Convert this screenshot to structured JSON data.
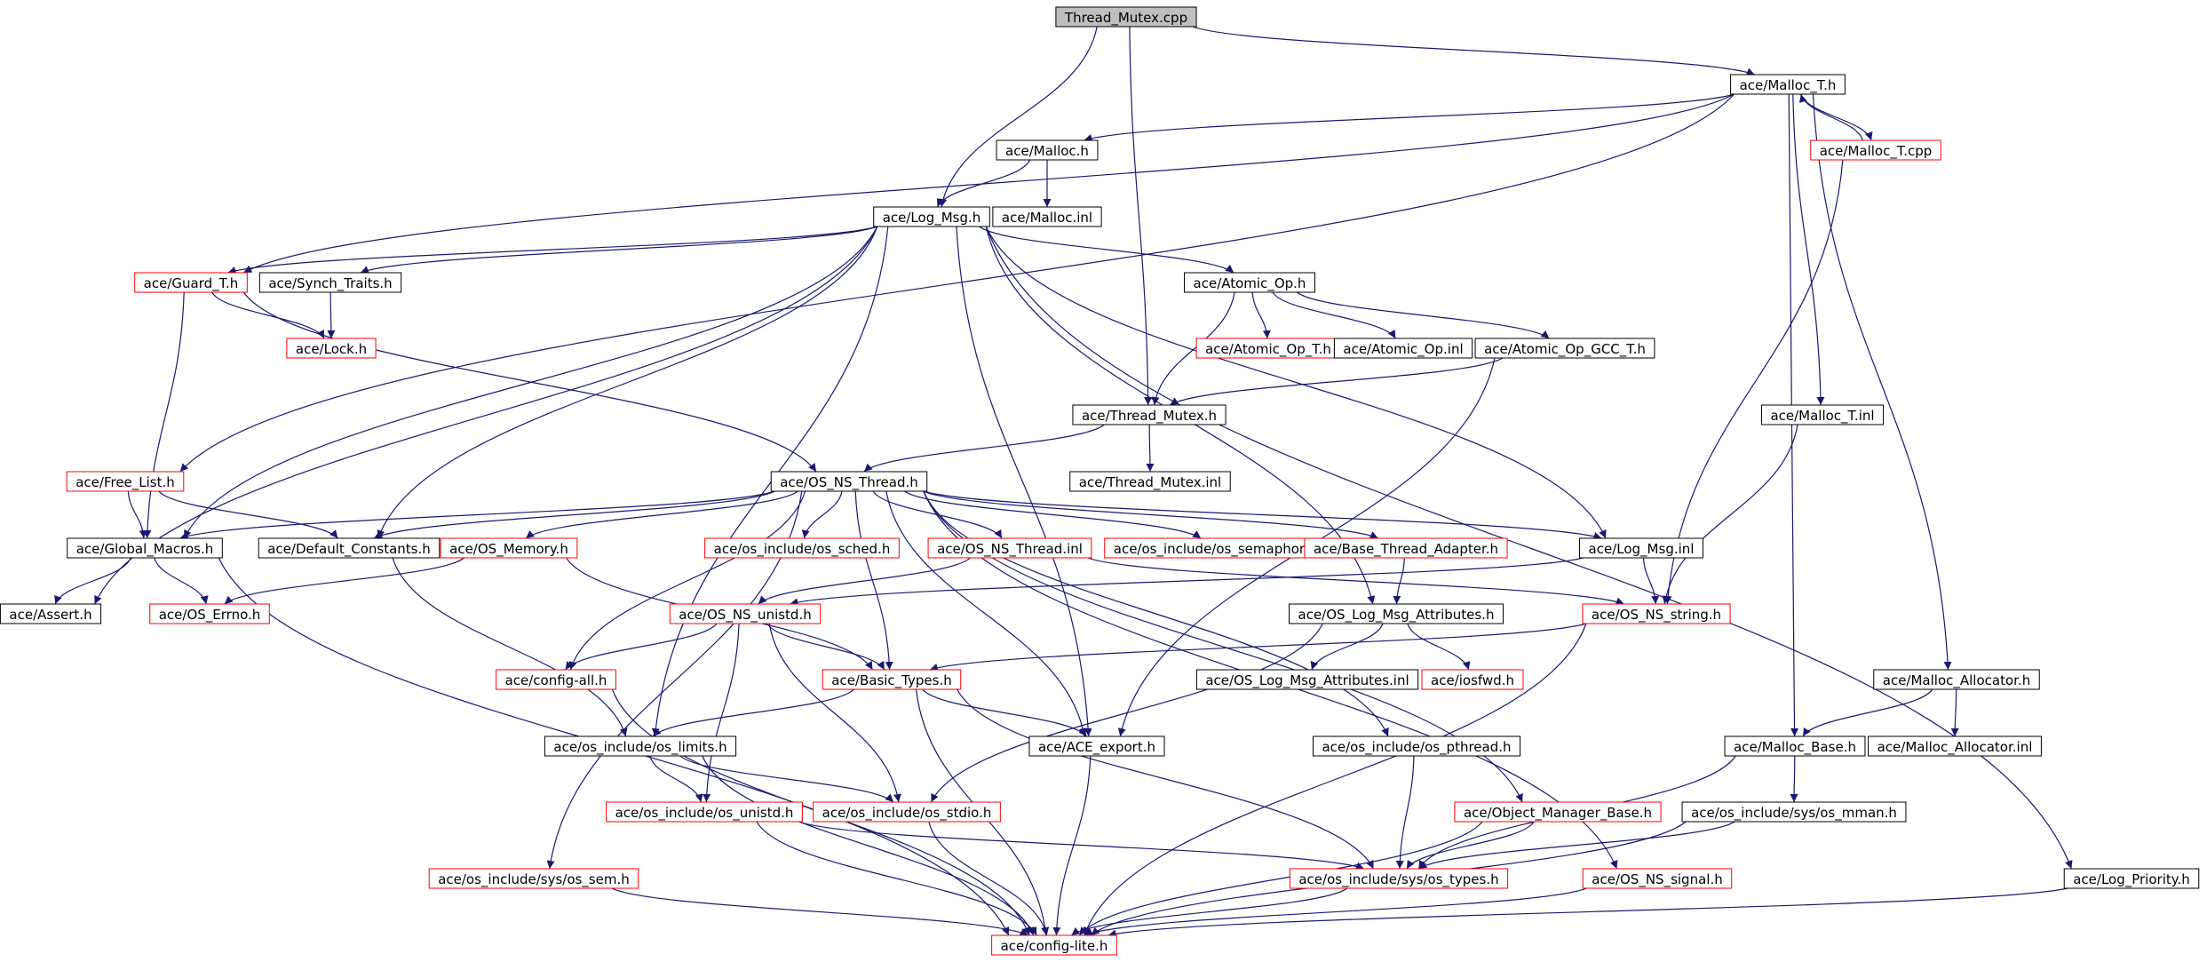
{
  "nodes": [
    {
      "id": "thread_mutex_cpp",
      "label": "Thread_Mutex.cpp",
      "style": "root"
    },
    {
      "id": "malloc_t_h",
      "label": "ace/Malloc_T.h",
      "style": "black"
    },
    {
      "id": "malloc_h",
      "label": "ace/Malloc.h",
      "style": "black"
    },
    {
      "id": "malloc_t_cpp",
      "label": "ace/Malloc_T.cpp",
      "style": "red"
    },
    {
      "id": "log_msg_h",
      "label": "ace/Log_Msg.h",
      "style": "black"
    },
    {
      "id": "malloc_inl",
      "label": "ace/Malloc.inl",
      "style": "black"
    },
    {
      "id": "guard_t_h",
      "label": "ace/Guard_T.h",
      "style": "red"
    },
    {
      "id": "synch_traits_h",
      "label": "ace/Synch_Traits.h",
      "style": "black"
    },
    {
      "id": "atomic_op_h",
      "label": "ace/Atomic_Op.h",
      "style": "black"
    },
    {
      "id": "lock_h",
      "label": "ace/Lock.h",
      "style": "red"
    },
    {
      "id": "atomic_op_t_h",
      "label": "ace/Atomic_Op_T.h",
      "style": "red"
    },
    {
      "id": "atomic_op_inl",
      "label": "ace/Atomic_Op.inl",
      "style": "black"
    },
    {
      "id": "atomic_op_gcc_t_h",
      "label": "ace/Atomic_Op_GCC_T.h",
      "style": "black"
    },
    {
      "id": "thread_mutex_h",
      "label": "ace/Thread_Mutex.h",
      "style": "black"
    },
    {
      "id": "malloc_t_inl",
      "label": "ace/Malloc_T.inl",
      "style": "black"
    },
    {
      "id": "free_list_h",
      "label": "ace/Free_List.h",
      "style": "red"
    },
    {
      "id": "os_ns_thread_h",
      "label": "ace/OS_NS_Thread.h",
      "style": "black"
    },
    {
      "id": "thread_mutex_inl",
      "label": "ace/Thread_Mutex.inl",
      "style": "black"
    },
    {
      "id": "global_macros_h",
      "label": "ace/Global_Macros.h",
      "style": "black"
    },
    {
      "id": "default_constants_h",
      "label": "ace/Default_Constants.h",
      "style": "black"
    },
    {
      "id": "os_memory_h",
      "label": "ace/OS_Memory.h",
      "style": "red"
    },
    {
      "id": "os_sched_h",
      "label": "ace/os_include/os_sched.h",
      "style": "red"
    },
    {
      "id": "os_ns_thread_inl",
      "label": "ace/OS_NS_Thread.inl",
      "style": "red"
    },
    {
      "id": "os_semaphore_h",
      "label": "ace/os_include/os_semaphore.h",
      "style": "red"
    },
    {
      "id": "base_thread_adapter_h",
      "label": "ace/Base_Thread_Adapter.h",
      "style": "red"
    },
    {
      "id": "log_msg_inl",
      "label": "ace/Log_Msg.inl",
      "style": "black"
    },
    {
      "id": "assert_h",
      "label": "ace/Assert.h",
      "style": "black"
    },
    {
      "id": "os_errno_h",
      "label": "ace/OS_Errno.h",
      "style": "red"
    },
    {
      "id": "os_ns_unistd_h",
      "label": "ace/OS_NS_unistd.h",
      "style": "red"
    },
    {
      "id": "os_log_msg_attributes_h",
      "label": "ace/OS_Log_Msg_Attributes.h",
      "style": "black"
    },
    {
      "id": "os_ns_string_h",
      "label": "ace/OS_NS_string.h",
      "style": "red"
    },
    {
      "id": "config_all_h",
      "label": "ace/config-all.h",
      "style": "red"
    },
    {
      "id": "basic_types_h",
      "label": "ace/Basic_Types.h",
      "style": "red"
    },
    {
      "id": "os_log_msg_attributes_inl",
      "label": "ace/OS_Log_Msg_Attributes.inl",
      "style": "black"
    },
    {
      "id": "iosfwd_h",
      "label": "ace/iosfwd.h",
      "style": "red"
    },
    {
      "id": "malloc_allocator_h",
      "label": "ace/Malloc_Allocator.h",
      "style": "black"
    },
    {
      "id": "os_limits_h",
      "label": "ace/os_include/os_limits.h",
      "style": "black"
    },
    {
      "id": "ace_export_h",
      "label": "ace/ACE_export.h",
      "style": "black"
    },
    {
      "id": "os_pthread_h",
      "label": "ace/os_include/os_pthread.h",
      "style": "black"
    },
    {
      "id": "malloc_base_h",
      "label": "ace/Malloc_Base.h",
      "style": "black"
    },
    {
      "id": "malloc_allocator_inl",
      "label": "ace/Malloc_Allocator.inl",
      "style": "black"
    },
    {
      "id": "os_unistd_h",
      "label": "ace/os_include/os_unistd.h",
      "style": "red"
    },
    {
      "id": "os_stdio_h",
      "label": "ace/os_include/os_stdio.h",
      "style": "red"
    },
    {
      "id": "object_manager_base_h",
      "label": "ace/Object_Manager_Base.h",
      "style": "red"
    },
    {
      "id": "os_mman_h",
      "label": "ace/os_include/sys/os_mman.h",
      "style": "black"
    },
    {
      "id": "os_sem_h",
      "label": "ace/os_include/sys/os_sem.h",
      "style": "red"
    },
    {
      "id": "os_types_h",
      "label": "ace/os_include/sys/os_types.h",
      "style": "red"
    },
    {
      "id": "os_ns_signal_h",
      "label": "ace/OS_NS_signal.h",
      "style": "red"
    },
    {
      "id": "log_priority_h",
      "label": "ace/Log_Priority.h",
      "style": "black"
    },
    {
      "id": "config_lite_h",
      "label": "ace/config-lite.h",
      "style": "red"
    }
  ],
  "edges": [
    [
      "thread_mutex_cpp",
      "malloc_t_h"
    ],
    [
      "thread_mutex_cpp",
      "log_msg_h"
    ],
    [
      "thread_mutex_cpp",
      "thread_mutex_h"
    ],
    [
      "malloc_t_h",
      "malloc_h"
    ],
    [
      "malloc_t_h",
      "malloc_t_cpp"
    ],
    [
      "malloc_t_h",
      "guard_t_h"
    ],
    [
      "malloc_t_h",
      "free_list_h"
    ],
    [
      "malloc_t_h",
      "malloc_t_inl"
    ],
    [
      "malloc_t_h",
      "malloc_base_h"
    ],
    [
      "malloc_t_h",
      "malloc_allocator_h"
    ],
    [
      "malloc_t_cpp",
      "malloc_t_h"
    ],
    [
      "malloc_t_cpp",
      "os_ns_string_h"
    ],
    [
      "malloc_h",
      "log_msg_h"
    ],
    [
      "malloc_h",
      "malloc_inl"
    ],
    [
      "log_msg_h",
      "guard_t_h"
    ],
    [
      "log_msg_h",
      "synch_traits_h"
    ],
    [
      "log_msg_h",
      "atomic_op_h"
    ],
    [
      "log_msg_h",
      "global_macros_h"
    ],
    [
      "log_msg_h",
      "default_constants_h"
    ],
    [
      "log_msg_h",
      "assert_h"
    ],
    [
      "log_msg_h",
      "os_limits_h"
    ],
    [
      "log_msg_h",
      "log_msg_inl"
    ],
    [
      "log_msg_h",
      "ace_export_h"
    ],
    [
      "log_msg_h",
      "os_log_msg_attributes_h"
    ],
    [
      "log_msg_h",
      "log_priority_h"
    ],
    [
      "guard_t_h",
      "lock_h"
    ],
    [
      "guard_t_h",
      "os_ns_thread_h"
    ],
    [
      "guard_t_h",
      "global_macros_h"
    ],
    [
      "synch_traits_h",
      "lock_h"
    ],
    [
      "atomic_op_h",
      "atomic_op_t_h"
    ],
    [
      "atomic_op_h",
      "atomic_op_inl"
    ],
    [
      "atomic_op_h",
      "atomic_op_gcc_t_h"
    ],
    [
      "atomic_op_h",
      "thread_mutex_h"
    ],
    [
      "atomic_op_gcc_t_h",
      "thread_mutex_h"
    ],
    [
      "atomic_op_gcc_t_h",
      "ace_export_h"
    ],
    [
      "thread_mutex_h",
      "os_ns_thread_h"
    ],
    [
      "thread_mutex_h",
      "thread_mutex_inl"
    ],
    [
      "malloc_t_inl",
      "os_ns_string_h"
    ],
    [
      "free_list_h",
      "global_macros_h"
    ],
    [
      "free_list_h",
      "default_constants_h"
    ],
    [
      "os_ns_thread_h",
      "global_macros_h"
    ],
    [
      "os_ns_thread_h",
      "default_constants_h"
    ],
    [
      "os_ns_thread_h",
      "os_memory_h"
    ],
    [
      "os_ns_thread_h",
      "os_sched_h"
    ],
    [
      "os_ns_thread_h",
      "os_ns_thread_inl"
    ],
    [
      "os_ns_thread_h",
      "os_semaphore_h"
    ],
    [
      "os_ns_thread_h",
      "base_thread_adapter_h"
    ],
    [
      "os_ns_thread_h",
      "log_msg_inl"
    ],
    [
      "os_ns_thread_h",
      "config_all_h"
    ],
    [
      "os_ns_thread_h",
      "basic_types_h"
    ],
    [
      "os_ns_thread_h",
      "ace_export_h"
    ],
    [
      "os_ns_thread_h",
      "os_pthread_h"
    ],
    [
      "os_ns_thread_h",
      "object_manager_base_h"
    ],
    [
      "os_ns_thread_h",
      "os_sem_h"
    ],
    [
      "os_ns_thread_h",
      "os_ns_signal_h"
    ],
    [
      "global_macros_h",
      "assert_h"
    ],
    [
      "global_macros_h",
      "os_errno_h"
    ],
    [
      "global_macros_h",
      "config_lite_h"
    ],
    [
      "default_constants_h",
      "os_limits_h"
    ],
    [
      "os_memory_h",
      "os_errno_h"
    ],
    [
      "os_memory_h",
      "basic_types_h"
    ],
    [
      "os_ns_thread_inl",
      "os_ns_unistd_h"
    ],
    [
      "os_ns_thread_inl",
      "os_ns_string_h"
    ],
    [
      "base_thread_adapter_h",
      "os_log_msg_attributes_h"
    ],
    [
      "log_msg_inl",
      "os_ns_unistd_h"
    ],
    [
      "log_msg_inl",
      "os_ns_string_h"
    ],
    [
      "os_ns_unistd_h",
      "config_all_h"
    ],
    [
      "os_ns_unistd_h",
      "basic_types_h"
    ],
    [
      "os_ns_unistd_h",
      "os_unistd_h"
    ],
    [
      "os_ns_unistd_h",
      "os_stdio_h"
    ],
    [
      "os_log_msg_attributes_h",
      "os_log_msg_attributes_inl"
    ],
    [
      "os_log_msg_attributes_h",
      "iosfwd_h"
    ],
    [
      "os_log_msg_attributes_h",
      "os_stdio_h"
    ],
    [
      "os_ns_string_h",
      "basic_types_h"
    ],
    [
      "os_ns_string_h",
      "config_lite_h"
    ],
    [
      "config_all_h",
      "config_lite_h"
    ],
    [
      "basic_types_h",
      "os_limits_h"
    ],
    [
      "basic_types_h",
      "ace_export_h"
    ],
    [
      "basic_types_h",
      "os_types_h"
    ],
    [
      "basic_types_h",
      "config_lite_h"
    ],
    [
      "malloc_allocator_h",
      "malloc_base_h"
    ],
    [
      "malloc_allocator_h",
      "malloc_allocator_inl"
    ],
    [
      "os_limits_h",
      "os_unistd_h"
    ],
    [
      "os_limits_h",
      "os_stdio_h"
    ],
    [
      "os_limits_h",
      "config_lite_h"
    ],
    [
      "ace_export_h",
      "config_lite_h"
    ],
    [
      "os_pthread_h",
      "os_types_h"
    ],
    [
      "malloc_base_h",
      "os_types_h"
    ],
    [
      "malloc_base_h",
      "os_mman_h"
    ],
    [
      "os_unistd_h",
      "os_types_h"
    ],
    [
      "os_unistd_h",
      "config_lite_h"
    ],
    [
      "os_stdio_h",
      "config_lite_h"
    ],
    [
      "object_manager_base_h",
      "os_types_h"
    ],
    [
      "object_manager_base_h",
      "config_lite_h"
    ],
    [
      "os_mman_h",
      "os_types_h"
    ],
    [
      "os_mman_h",
      "config_lite_h"
    ],
    [
      "os_sem_h",
      "config_lite_h"
    ],
    [
      "os_types_h",
      "config_lite_h"
    ],
    [
      "os_ns_signal_h",
      "config_lite_h"
    ],
    [
      "log_priority_h",
      "config_lite_h"
    ]
  ]
}
